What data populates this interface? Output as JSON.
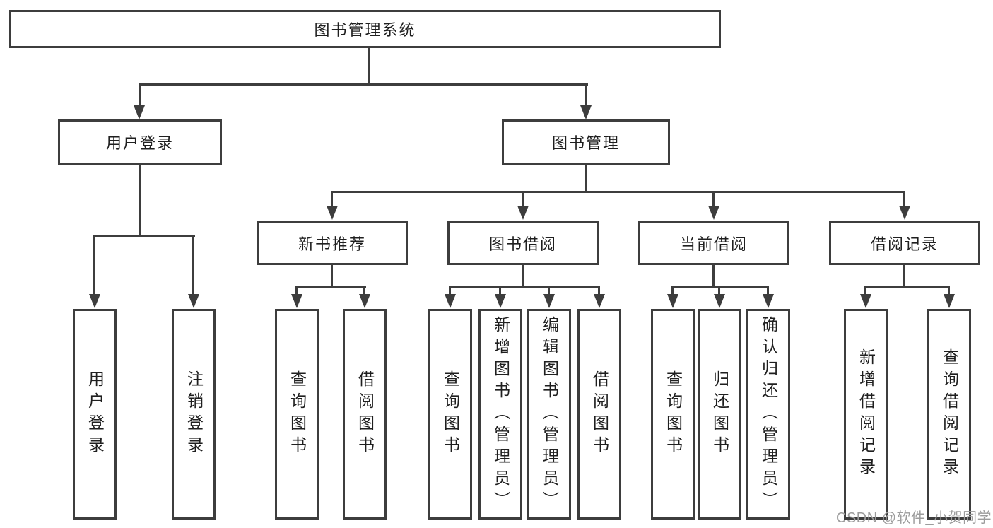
{
  "tree": {
    "label": "图书管理系统",
    "children": [
      {
        "label": "用户登录",
        "children": [
          {
            "label": "用户登录"
          },
          {
            "label": "注销登录"
          }
        ]
      },
      {
        "label": "图书管理",
        "children": [
          {
            "label": "新书推荐",
            "children": [
              {
                "label": "查询图书"
              },
              {
                "label": "借阅图书"
              }
            ]
          },
          {
            "label": "图书借阅",
            "children": [
              {
                "label": "查询图书"
              },
              {
                "label": "新增图书（管理员）"
              },
              {
                "label": "编辑图书（管理员）"
              },
              {
                "label": "借阅图书"
              }
            ]
          },
          {
            "label": "当前借阅",
            "children": [
              {
                "label": "查询图书"
              },
              {
                "label": "归还图书"
              },
              {
                "label": "确认归还（管理员）"
              }
            ]
          },
          {
            "label": "借阅记录",
            "children": [
              {
                "label": "新增借阅记录"
              },
              {
                "label": "查询借阅记录"
              }
            ]
          }
        ]
      }
    ]
  },
  "watermark": "CSDN @软件_小贺同学",
  "colors": {
    "line": "#3d3d3d",
    "text": "#1f1f1f",
    "background": "#ffffff",
    "watermark": "#9c9c9c"
  }
}
